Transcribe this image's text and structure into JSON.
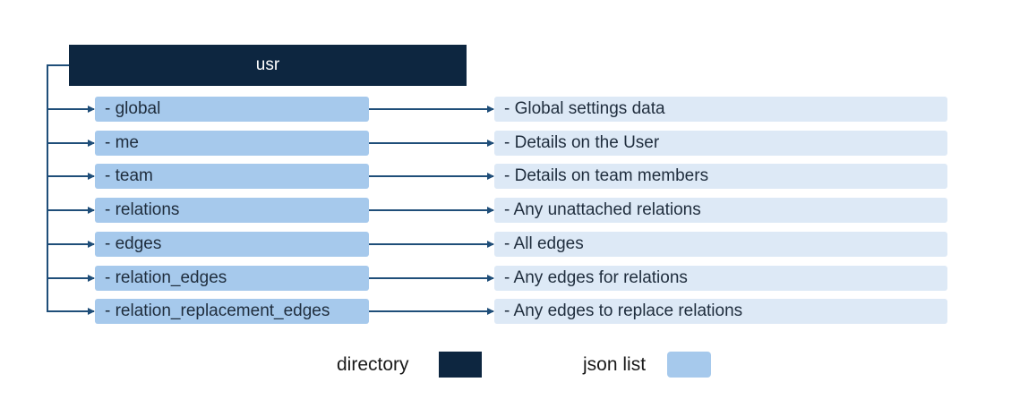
{
  "root": {
    "label": "usr"
  },
  "items": [
    {
      "name": "- global",
      "description": "- Global settings data"
    },
    {
      "name": "- me",
      "description": "- Details on the User"
    },
    {
      "name": "- team",
      "description": "- Details on team members"
    },
    {
      "name": "- relations",
      "description": "- Any unattached relations"
    },
    {
      "name": "- edges",
      "description": "- All edges"
    },
    {
      "name": "- relation_edges",
      "description": "- Any edges  for relations"
    },
    {
      "name": "- relation_replacement_edges",
      "description": "- Any edges to replace relations"
    }
  ],
  "legend": {
    "directory_label": "directory",
    "json_list_label": "json list"
  },
  "colors": {
    "directory": "#0d2640",
    "json_list": "#a6c9ec",
    "description": "#dde9f6",
    "connector": "#1f4e79"
  }
}
